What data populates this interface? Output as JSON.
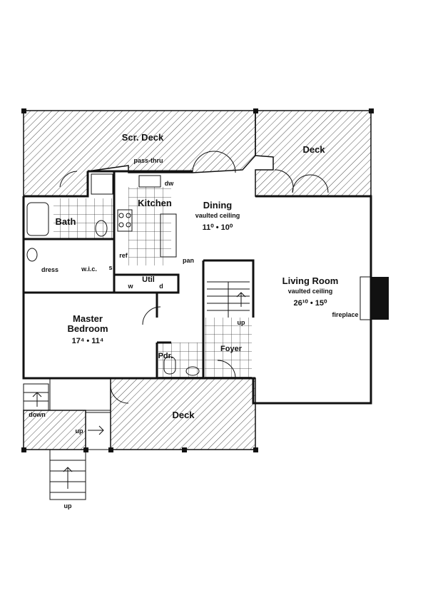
{
  "plan": {
    "scr_deck": "Scr. Deck",
    "deck_top": "Deck",
    "pass_thru": "pass-thru",
    "dw": "dw",
    "kitchen": "Kitchen",
    "bath": "Bath",
    "dining": {
      "name": "Dining",
      "note": "vaulted ceiling",
      "dims": "11⁰  •  10⁰"
    },
    "ref": "ref",
    "pan": "pan",
    "s": "s",
    "wic": "w.i.c.",
    "dress": "dress",
    "w": "w",
    "util": "Util",
    "d": "d",
    "living": {
      "name": "Living Room",
      "note": "vaulted ceiling",
      "dims": "26¹⁰  •  15⁰"
    },
    "fireplace": "fireplace",
    "stair_up": "up",
    "master": {
      "name1": "Master",
      "name2": "Bedroom",
      "dims": "17⁴  •  11⁴"
    },
    "pdr": "Pdr.",
    "foyer": "Foyer",
    "deck_bottom": "Deck",
    "down": "down",
    "up_side": "up",
    "up_bottom": "up"
  }
}
